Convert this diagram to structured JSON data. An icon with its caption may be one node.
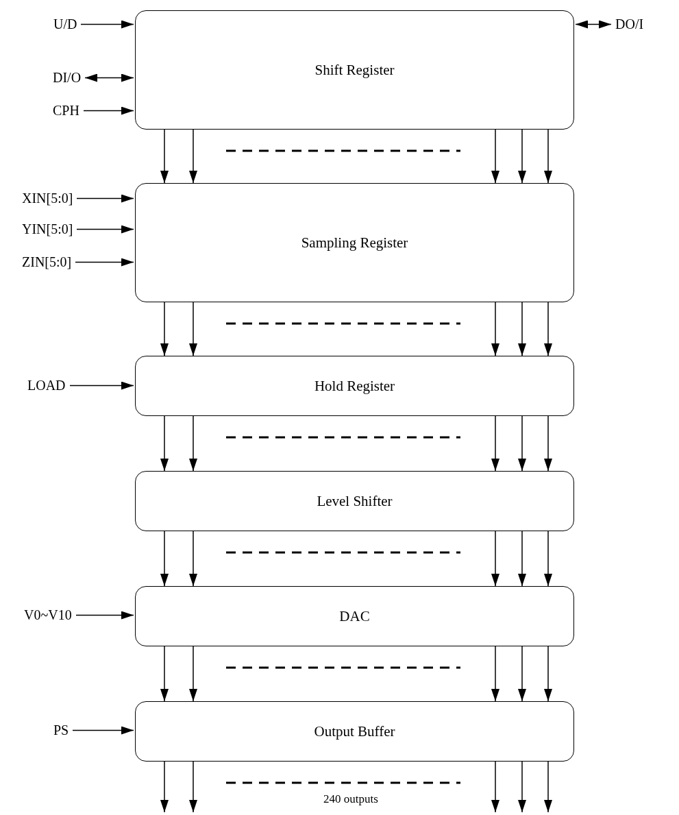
{
  "diagram": {
    "nodes": [
      {
        "text": [
          "Shift Register"
        ]
      },
      {
        "text": [
          "U/D"
        ]
      },
      {
        "text": [
          "DI/O"
        ]
      },
      {
        "text": [
          "CPH"
        ]
      },
      {
        "text": [
          "DO/I"
        ]
      },
      {
        "text": [
          "Sampling Register"
        ]
      },
      {
        "text": [
          "XIN[5:0]"
        ]
      },
      {
        "text": [
          "YIN[5:0]"
        ]
      },
      {
        "text": [
          "ZIN[5:0]"
        ]
      },
      {
        "text": [
          "Hold Register"
        ]
      },
      {
        "text": [
          "LOAD"
        ]
      },
      {
        "text": [
          "Level Shifter"
        ]
      },
      {
        "text": [
          "DAC"
        ]
      },
      {
        "text": [
          "V0~V10"
        ]
      },
      {
        "text": [
          "Output Buffer"
        ]
      },
      {
        "text": [
          "PS"
        ]
      }
    ],
    "edges": [
      {
        "from": 1,
        "to": 0,
        "arrow": "to"
      },
      {
        "from": 2,
        "to": 0,
        "arrow": "both"
      },
      {
        "from": 3,
        "to": 0,
        "arrow": "to"
      },
      {
        "from": 0,
        "to": 4,
        "arrow": "both"
      },
      {
        "from": 0,
        "to": 5,
        "arrow": "to"
      },
      {
        "from": 0,
        "to": 5,
        "arrow": "to"
      },
      {
        "from": 0,
        "to": 5,
        "arrow": "to"
      },
      {
        "from": 0,
        "to": 5,
        "arrow": "to"
      },
      {
        "from": 0,
        "to": 5,
        "arrow": "to"
      },
      {
        "from": 6,
        "to": 5,
        "arrow": "to"
      },
      {
        "from": 7,
        "to": 5,
        "arrow": "to"
      },
      {
        "from": 8,
        "to": 5,
        "arrow": "to"
      },
      {
        "from": 5,
        "to": 9,
        "arrow": "to"
      },
      {
        "from": 5,
        "to": 9,
        "arrow": "to"
      },
      {
        "from": 5,
        "to": 9,
        "arrow": "to"
      },
      {
        "from": 5,
        "to": 9,
        "arrow": "to"
      },
      {
        "from": 5,
        "to": 9,
        "arrow": "to"
      },
      {
        "from": 10,
        "to": 9,
        "arrow": "to"
      },
      {
        "from": 9,
        "to": 11,
        "arrow": "to"
      },
      {
        "from": 9,
        "to": 11,
        "arrow": "to"
      },
      {
        "from": 9,
        "to": 11,
        "arrow": "to"
      },
      {
        "from": 9,
        "to": 11,
        "arrow": "to"
      },
      {
        "from": 9,
        "to": 11,
        "arrow": "to"
      },
      {
        "from": 11,
        "to": 12,
        "arrow": "to"
      },
      {
        "from": 11,
        "to": 12,
        "arrow": "to"
      },
      {
        "from": 11,
        "to": 12,
        "arrow": "to"
      },
      {
        "from": 11,
        "to": 12,
        "arrow": "to"
      },
      {
        "from": 11,
        "to": 12,
        "arrow": "to"
      },
      {
        "from": 13,
        "to": 12,
        "arrow": "to"
      },
      {
        "from": 12,
        "to": 14,
        "arrow": "to"
      },
      {
        "from": 12,
        "to": 14,
        "arrow": "to"
      },
      {
        "from": 12,
        "to": 14,
        "arrow": "to"
      },
      {
        "from": 12,
        "to": 14,
        "arrow": "to"
      },
      {
        "from": 12,
        "to": 14,
        "arrow": "to"
      },
      {
        "from": 15,
        "to": 14,
        "arrow": "to"
      },
      {
        "from": 14,
        "to": null,
        "arrow": "to"
      },
      {
        "from": 14,
        "to": null,
        "arrow": "to"
      },
      {
        "from": 14,
        "to": null,
        "arrow": "to"
      },
      {
        "from": 14,
        "to": null,
        "arrow": "to"
      },
      {
        "from": 14,
        "to": null,
        "arrow": "to"
      }
    ],
    "labels": [
      "240 outputs"
    ]
  }
}
